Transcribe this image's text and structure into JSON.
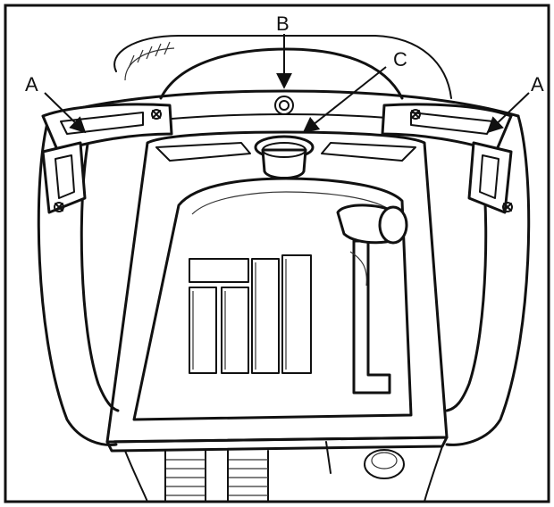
{
  "figure": {
    "callouts": [
      {
        "id": "A-left",
        "label": "A"
      },
      {
        "id": "B",
        "label": "B"
      },
      {
        "id": "C",
        "label": "C"
      },
      {
        "id": "A-right",
        "label": "A"
      }
    ]
  }
}
